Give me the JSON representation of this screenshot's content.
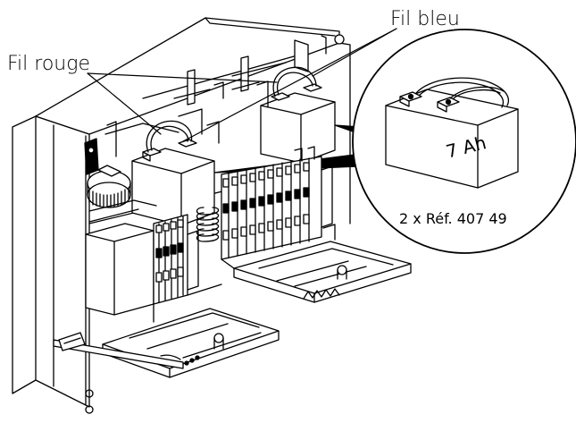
{
  "labels": {
    "red_wire": "Fil rouge",
    "blue_wire": "Fil bleu",
    "battery_capacity": "7 Ah",
    "battery_reference": "2 x Réf. 407 49"
  },
  "icons": {
    "cabinet": "cabinet-illustration",
    "battery_detail": "battery-icon"
  },
  "colors": {
    "line": "#000000",
    "background": "#ffffff"
  }
}
